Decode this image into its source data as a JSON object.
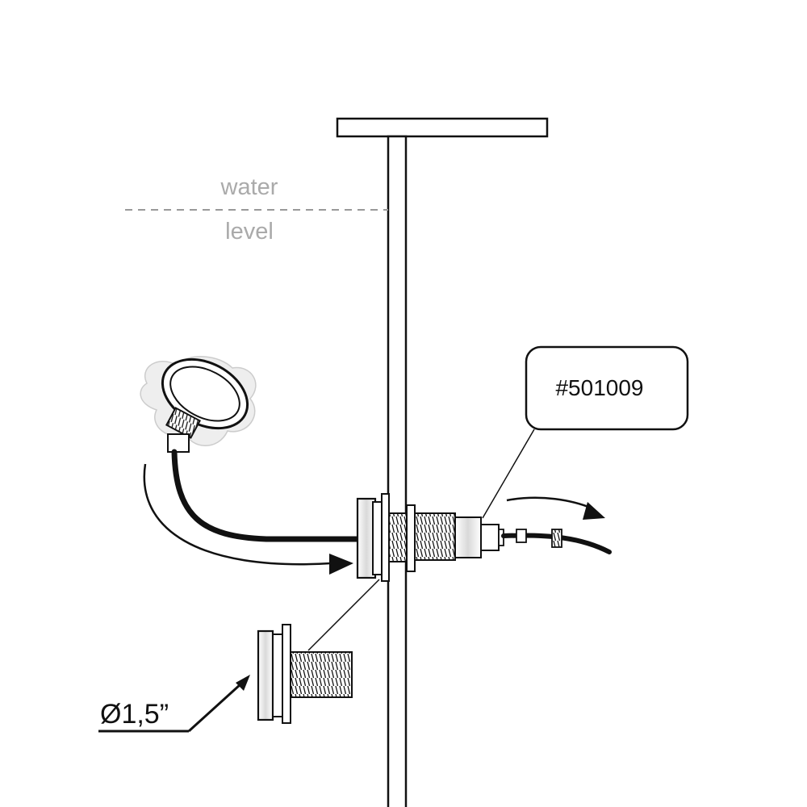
{
  "water_level": {
    "line1": "water",
    "line2": "level"
  },
  "part_callout": {
    "part_number": "#501009"
  },
  "dimension": {
    "diameter_label": "Ø1,5”"
  },
  "colors": {
    "line": "#111111",
    "water_text": "#aaaaaa",
    "dashed": "#999999",
    "fitting_shade": "#cccccc"
  }
}
